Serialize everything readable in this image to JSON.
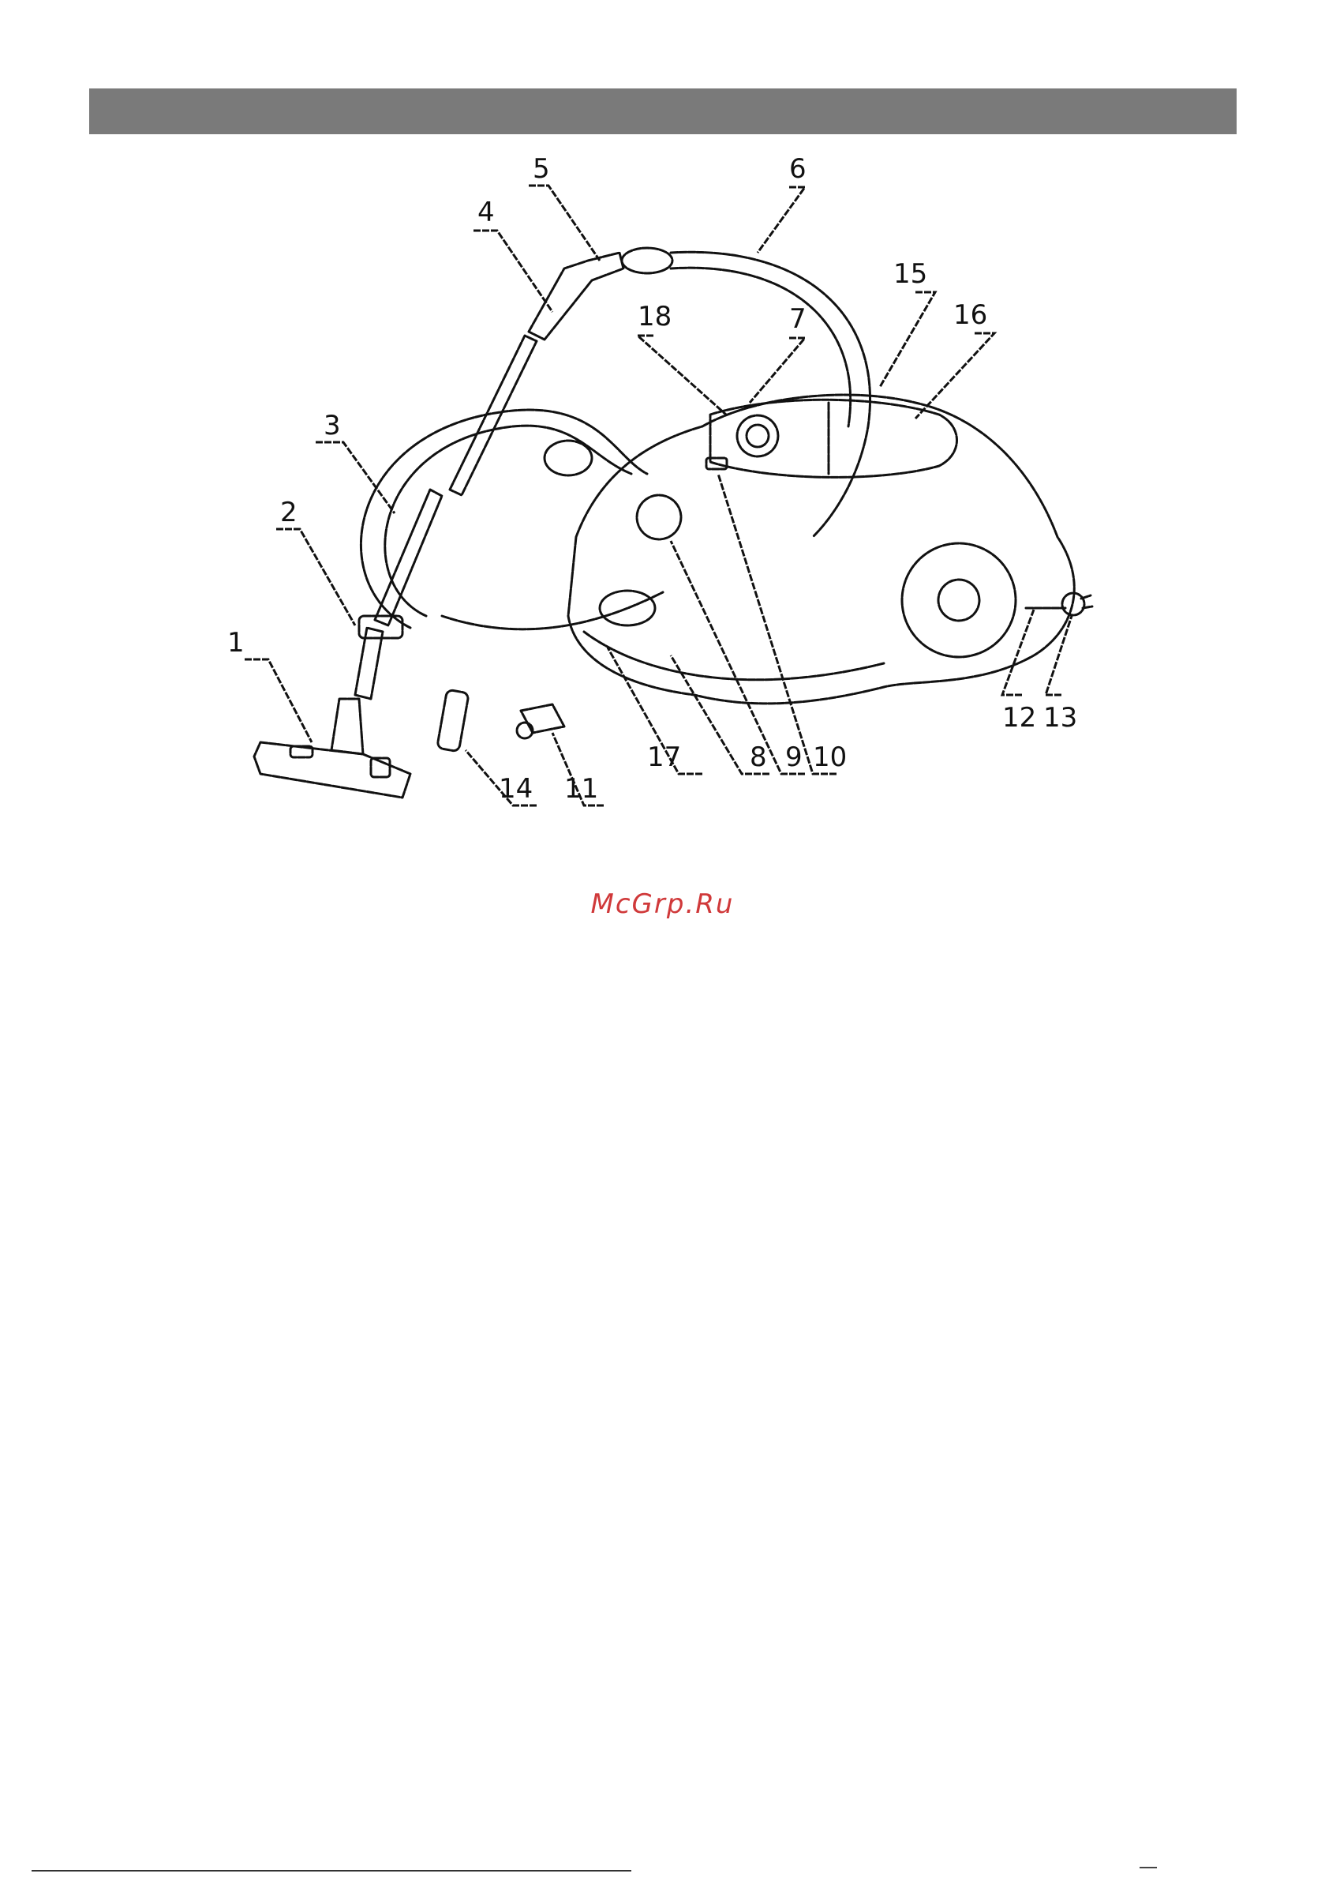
{
  "colors": {
    "header_bar": "#7a7a7a",
    "watermark": "#d0393a",
    "line": "#111111"
  },
  "diagram": {
    "callouts": [
      "1",
      "2",
      "3",
      "4",
      "5",
      "6",
      "7",
      "8",
      "9",
      "10",
      "11",
      "12",
      "13",
      "14",
      "15",
      "16",
      "17",
      "18"
    ]
  },
  "watermark": {
    "text": "McGrp.Ru"
  }
}
